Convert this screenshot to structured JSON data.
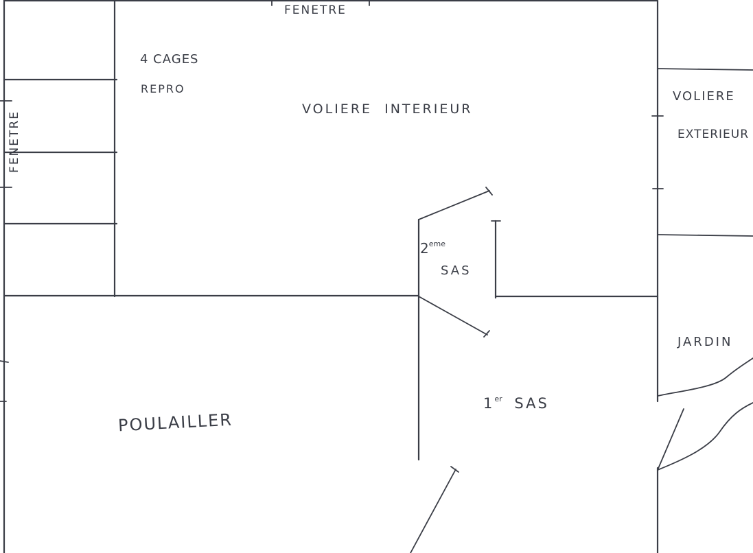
{
  "plan": {
    "labels": {
      "window_top": "FENETRE",
      "window_left": "FENETRE",
      "cages_line1": "4 CAGES",
      "cages_line2": "REPRO",
      "aviary_interior": "VOLIERE  INTERIEUR",
      "aviary_exterior_line1": "VOLIERE",
      "aviary_exterior_line2": "EXTERIEUR",
      "airlock_2_num": "2",
      "airlock_2_sup": "eme",
      "airlock_2": "SAS",
      "airlock_1_num": "1",
      "airlock_1_sup": "er",
      "airlock_1": "SAS",
      "henhouse": "POULAILLER",
      "garden": "JARDIN"
    },
    "colors": {
      "ink": "#3a3d46",
      "paper": "#ffffff"
    }
  }
}
